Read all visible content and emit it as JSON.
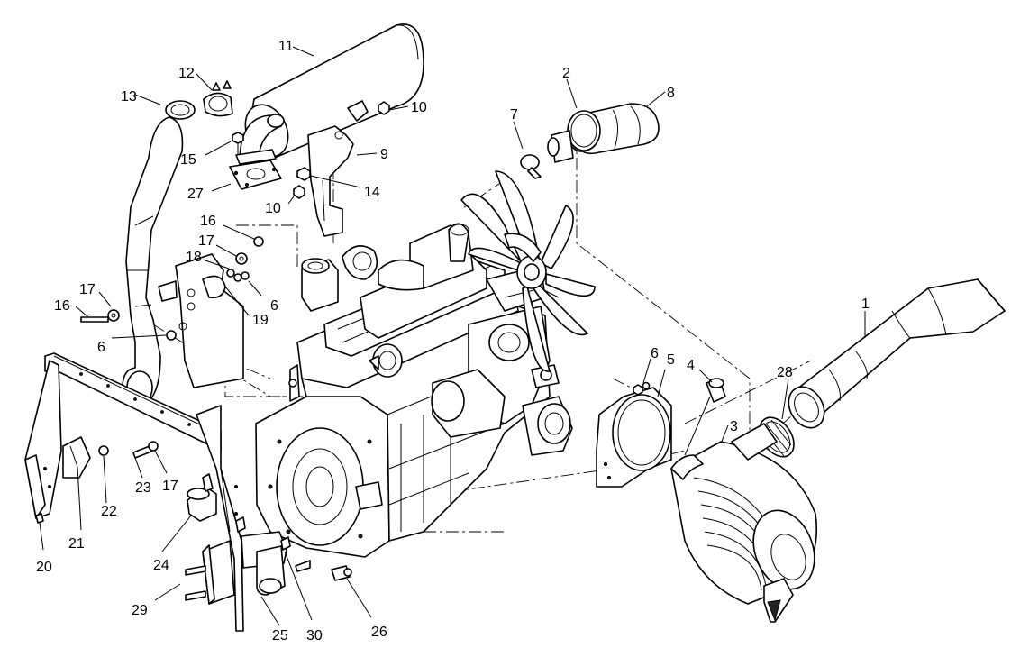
{
  "callouts": [
    {
      "id": "c1",
      "label": "1"
    },
    {
      "id": "c2",
      "label": "2"
    },
    {
      "id": "c3",
      "label": "3"
    },
    {
      "id": "c4",
      "label": "4"
    },
    {
      "id": "c5",
      "label": "5"
    },
    {
      "id": "c6a",
      "label": "6"
    },
    {
      "id": "c6b",
      "label": "6"
    },
    {
      "id": "c6c",
      "label": "6"
    },
    {
      "id": "c7",
      "label": "7"
    },
    {
      "id": "c8",
      "label": "8"
    },
    {
      "id": "c9",
      "label": "9"
    },
    {
      "id": "c10a",
      "label": "10"
    },
    {
      "id": "c10b",
      "label": "10"
    },
    {
      "id": "c11",
      "label": "11"
    },
    {
      "id": "c12",
      "label": "12"
    },
    {
      "id": "c13",
      "label": "13"
    },
    {
      "id": "c14",
      "label": "14"
    },
    {
      "id": "c15",
      "label": "15"
    },
    {
      "id": "c16a",
      "label": "16"
    },
    {
      "id": "c16b",
      "label": "16"
    },
    {
      "id": "c17a",
      "label": "17"
    },
    {
      "id": "c17b",
      "label": "17"
    },
    {
      "id": "c17c",
      "label": "17"
    },
    {
      "id": "c18",
      "label": "18"
    },
    {
      "id": "c19",
      "label": "19"
    },
    {
      "id": "c20",
      "label": "20"
    },
    {
      "id": "c21",
      "label": "21"
    },
    {
      "id": "c22",
      "label": "22"
    },
    {
      "id": "c23",
      "label": "23"
    },
    {
      "id": "c24",
      "label": "24"
    },
    {
      "id": "c25",
      "label": "25"
    },
    {
      "id": "c26",
      "label": "26"
    },
    {
      "id": "c27",
      "label": "27"
    },
    {
      "id": "c28",
      "label": "28"
    },
    {
      "id": "c29",
      "label": "29"
    },
    {
      "id": "c30",
      "label": "30"
    }
  ]
}
